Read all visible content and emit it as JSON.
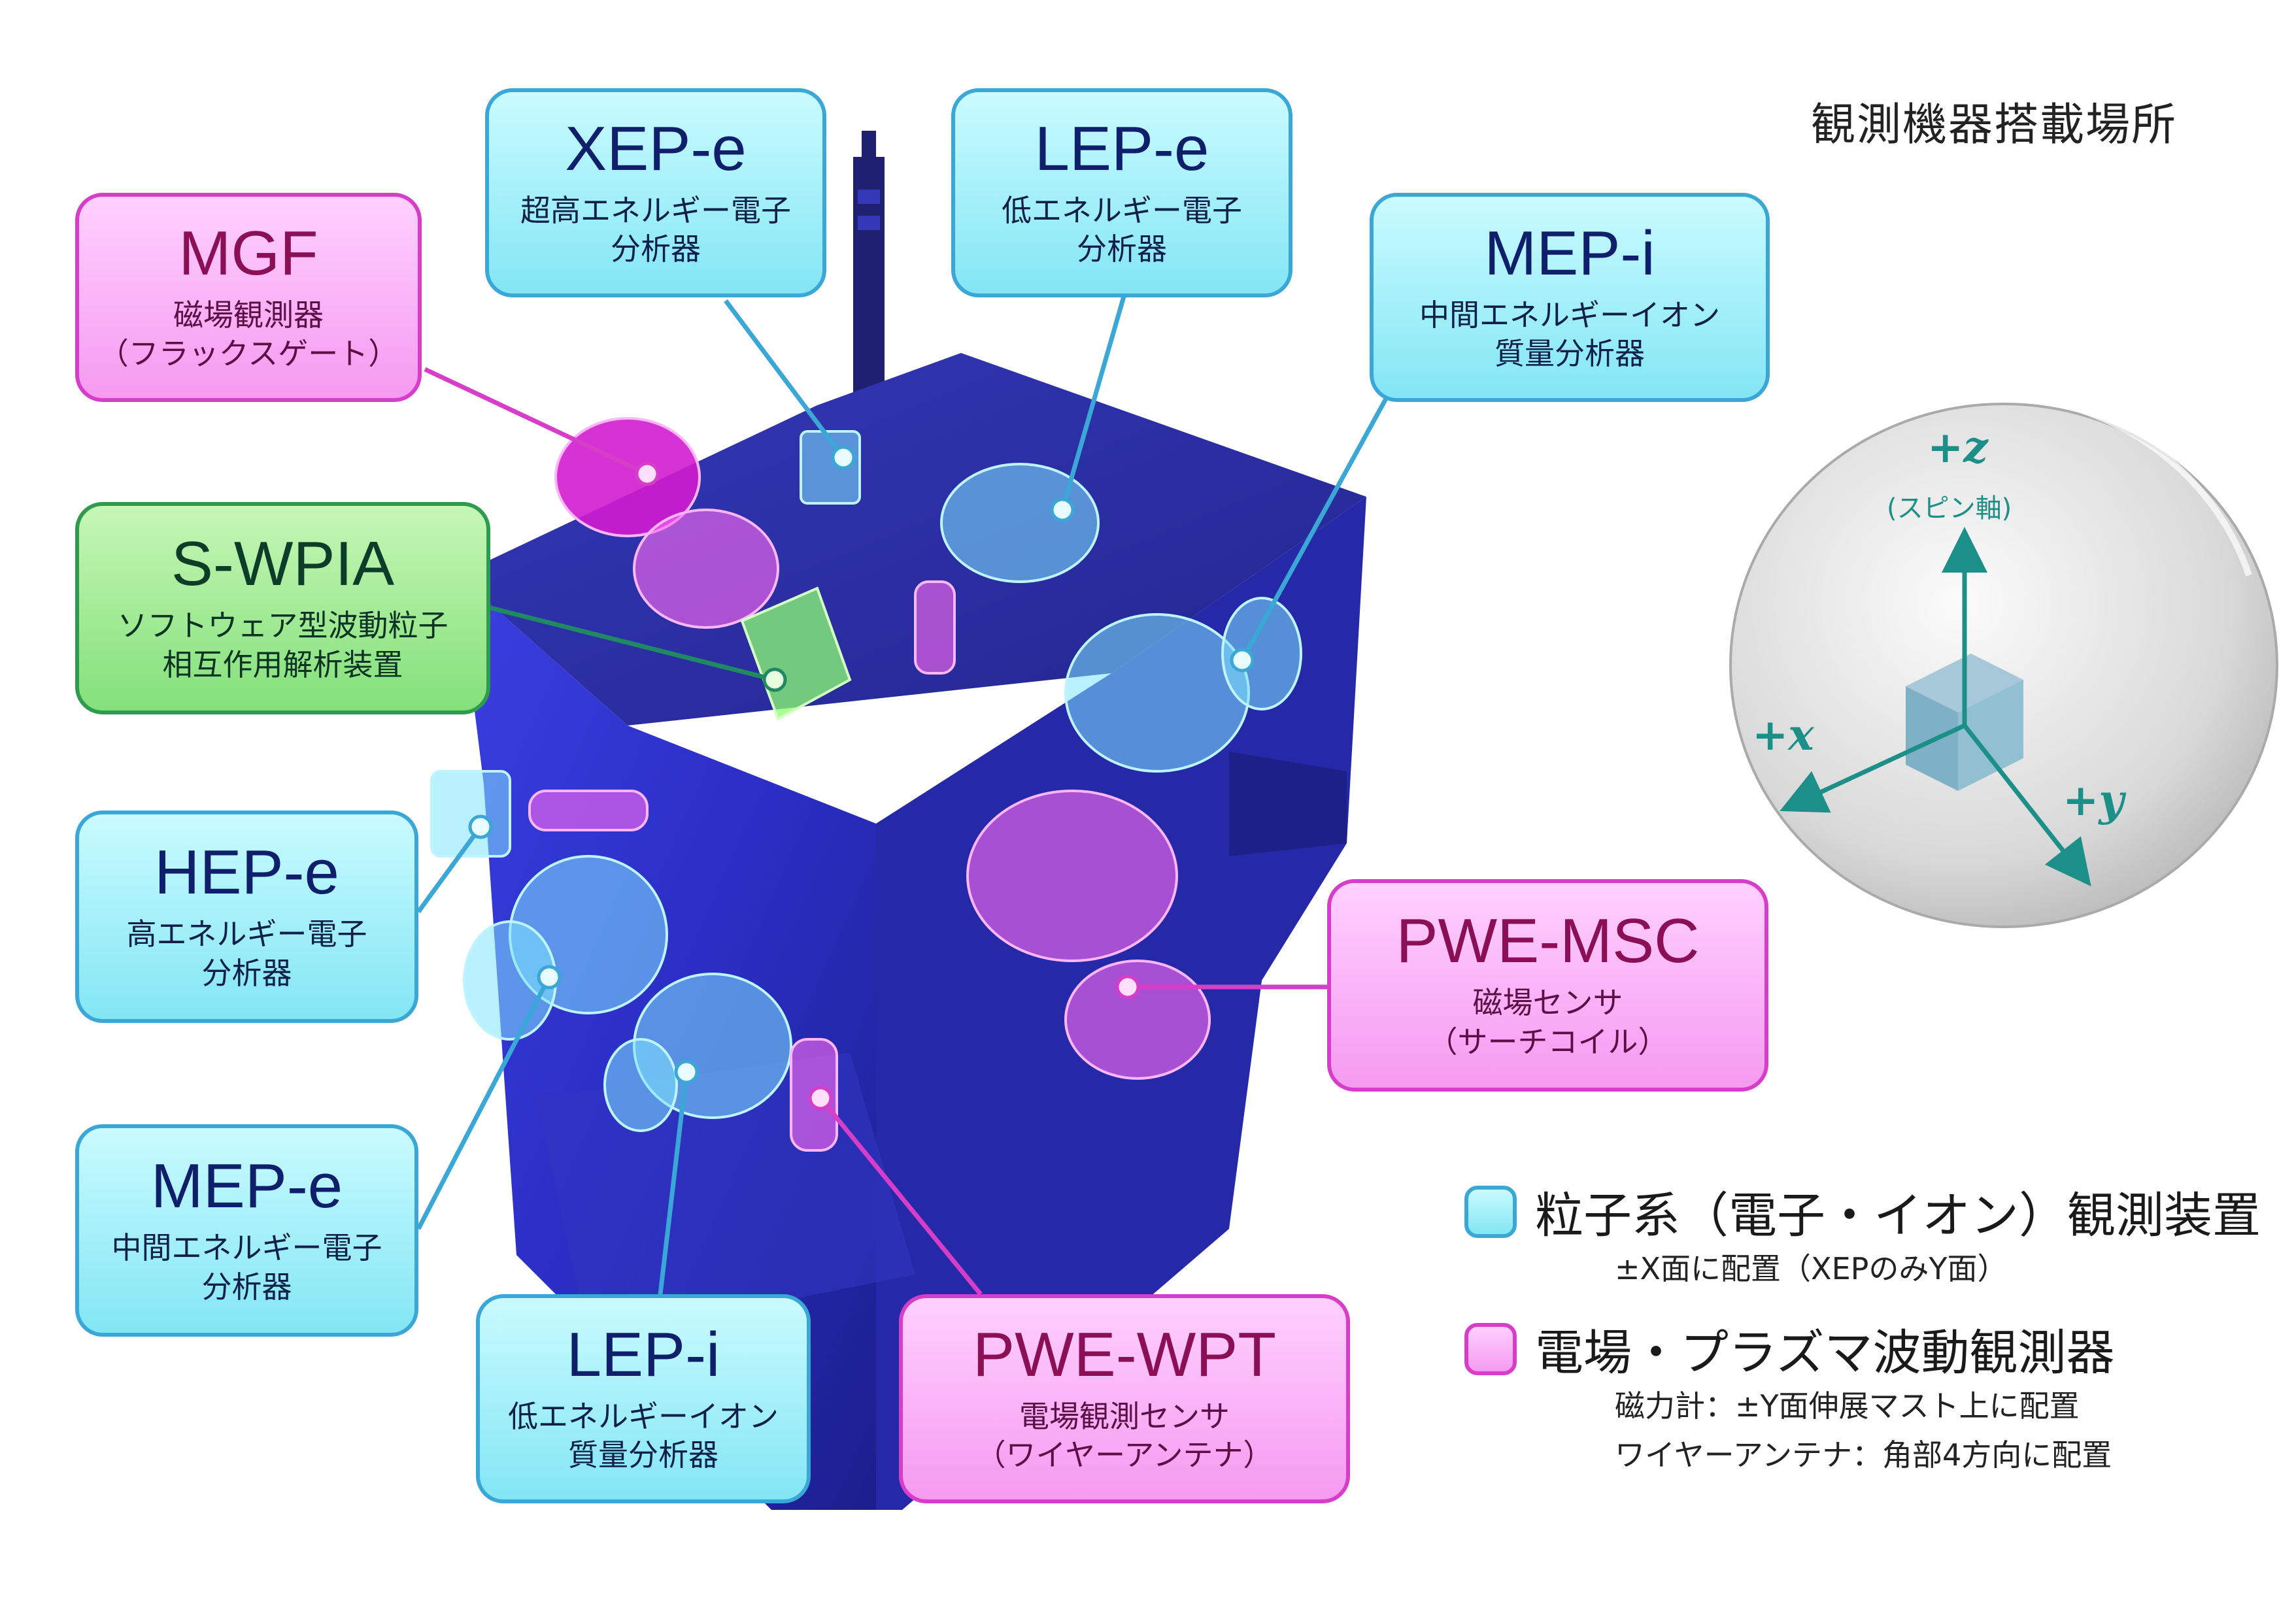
{
  "title": "観測機器搭載場所",
  "instruments": {
    "xep_e": {
      "abbr": "XEP-e",
      "desc1": "超高エネルギー電子",
      "desc2": "分析器"
    },
    "lep_e": {
      "abbr": "LEP-e",
      "desc1": "低エネルギー電子",
      "desc2": "分析器"
    },
    "mgf": {
      "abbr": "MGF",
      "desc1": "磁場観測器",
      "desc2": "（フラックスゲート）"
    },
    "mep_i": {
      "abbr": "MEP-i",
      "desc1": "中間エネルギーイオン",
      "desc2": "質量分析器"
    },
    "s_wpia": {
      "abbr": "S-WPIA",
      "desc1": "ソフトウェア型波動粒子",
      "desc2": "相互作用解析装置"
    },
    "hep_e": {
      "abbr": "HEP-e",
      "desc1": "高エネルギー電子",
      "desc2": "分析器"
    },
    "pwe_msc": {
      "abbr": "PWE-MSC",
      "desc1": "磁場センサ",
      "desc2": "（サーチコイル）"
    },
    "mep_e": {
      "abbr": "MEP-e",
      "desc1": "中間エネルギー電子",
      "desc2": "分析器"
    },
    "lep_i": {
      "abbr": "LEP-i",
      "desc1": "低エネルギーイオン",
      "desc2": "質量分析器"
    },
    "pwe_wpt": {
      "abbr": "PWE-WPT",
      "desc1": "電場観測センサ",
      "desc2": "（ワイヤーアンテナ）"
    }
  },
  "legend": {
    "particle_label": "粒子系（電子・イオン）観測装置",
    "particle_note": "±X面に配置（XEPのみY面）",
    "wave_label": "電場・プラズマ波動観測器",
    "wave_note1": "磁力計：±Y面伸展マスト上に配置",
    "wave_note2": "ワイヤーアンテナ：角部4方向に配置"
  },
  "axes": {
    "z": "+z",
    "z_sub": "(スピン軸)",
    "x": "+x",
    "y": "+y"
  },
  "colors": {
    "particle": "#83e6f4",
    "wave": "#f59af0",
    "swpia": "#83e07a",
    "spacecraft": "#2a2fc4",
    "axis": "#1b8f88"
  }
}
